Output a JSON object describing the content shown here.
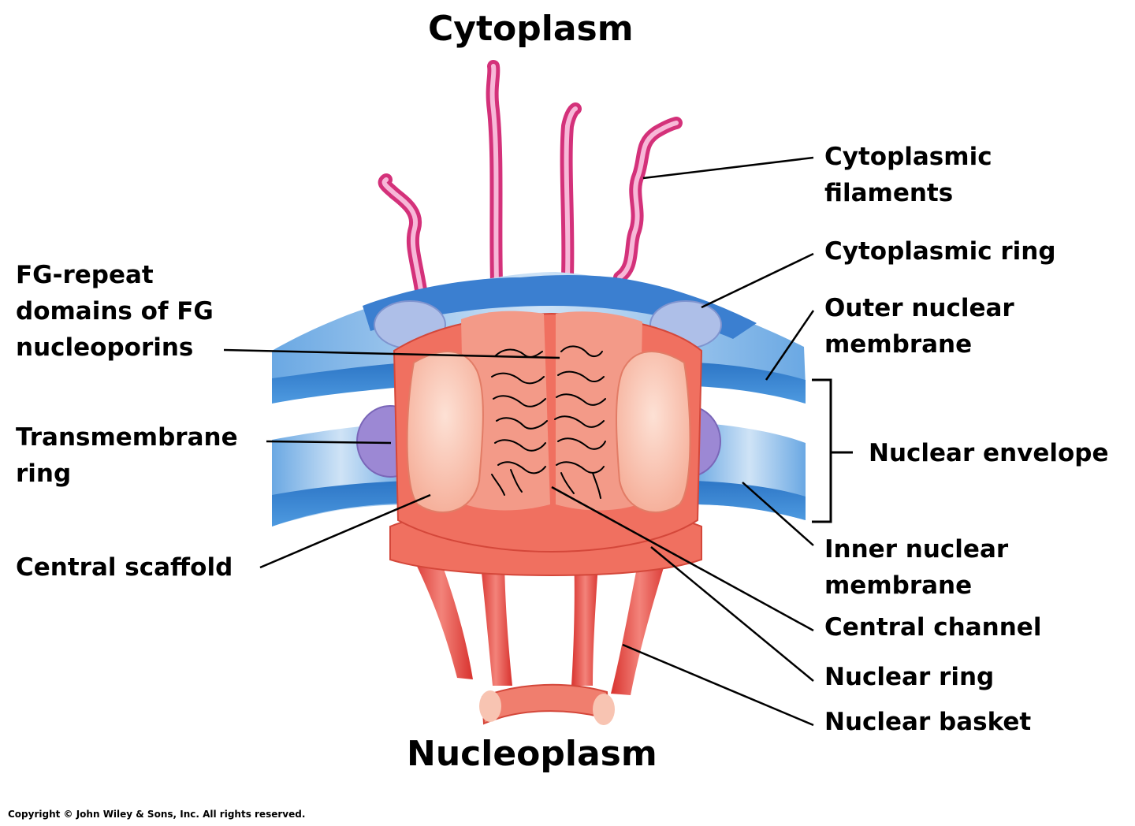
{
  "regions": {
    "top": "Cytoplasm",
    "bottom": "Nucleoplasm"
  },
  "labels": {
    "cytoplasmic_filaments": [
      "Cytoplasmic",
      "filaments"
    ],
    "cytoplasmic_ring": "Cytoplasmic ring",
    "outer_nuclear_membrane": [
      "Outer nuclear",
      "membrane"
    ],
    "nuclear_envelope": "Nuclear envelope",
    "inner_nuclear_membrane": [
      "Inner nuclear",
      "membrane"
    ],
    "central_channel": "Central channel",
    "nuclear_ring": "Nuclear ring",
    "nuclear_basket": "Nuclear basket",
    "fg_repeat": [
      "FG-repeat",
      "domains of FG",
      "nucleoporins"
    ],
    "transmembrane_ring": [
      "Transmembrane",
      "ring"
    ],
    "central_scaffold": "Central scaffold"
  },
  "copyright": "Copyright © John Wiley & Sons, Inc. All rights reserved.",
  "colors": {
    "membrane": "#3a87d4",
    "membrane_light": "#a9cbec",
    "ring_lavender": "#9c88d4",
    "scaffold": "#f07060",
    "scaffold_light": "#f8c4b2",
    "filament": "#d4317a",
    "basket": "#e8443c"
  }
}
